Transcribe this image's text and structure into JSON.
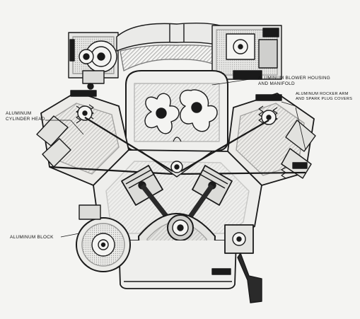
{
  "diagram": {
    "labels": {
      "blower": {
        "line1": "ALUMINUM BLOWER HOUSING",
        "line2": "AND MANIFOLD"
      },
      "rocker": {
        "line1": "ALUMINUM ROCKER ARM",
        "line2": "AND SPARK PLUG COVERS"
      },
      "head": {
        "line1": "ALUMINUM",
        "line2": "CYLINDER HEAD"
      },
      "block": {
        "line1": "ALUMINUM BLOCK"
      }
    },
    "colors": {
      "ink": "#1a1a1a",
      "paper": "#f4f4f2",
      "shade": "#8a8a8a"
    }
  }
}
